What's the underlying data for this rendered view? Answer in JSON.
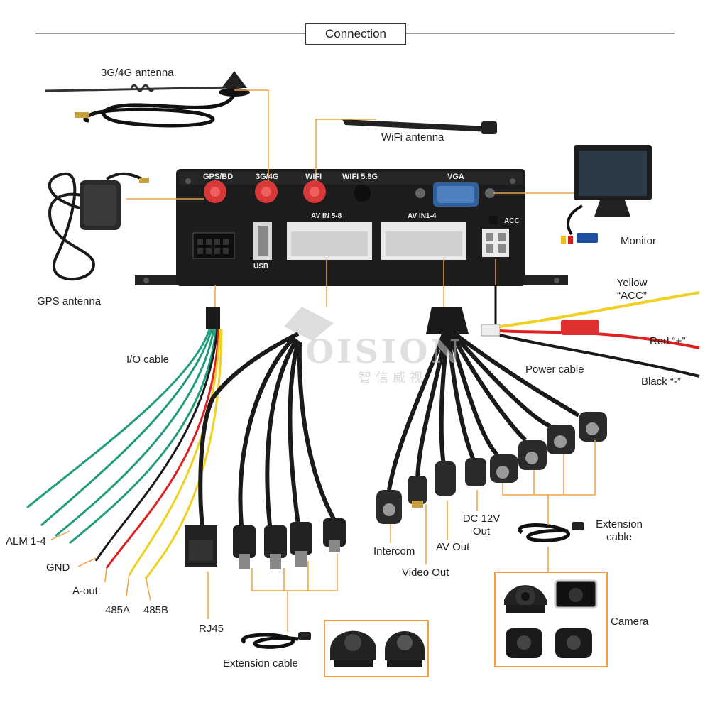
{
  "title": "Connection",
  "watermark": {
    "brand": "OISION",
    "sub": "智信威视"
  },
  "device": {
    "ports": {
      "gps": "GPS/BD",
      "g34": "3G/4G",
      "wifi": "WIFI",
      "wifi58": "WIFI 5.8G",
      "vga": "VGA",
      "acc": "ACC",
      "usb": "USB",
      "av58": "AV IN 5-8",
      "av14": "AV IN1-4"
    }
  },
  "labels": {
    "antenna_3g4g": "3G/4G antenna",
    "wifi_antenna": "WiFi antenna",
    "gps_antenna": "GPS antenna",
    "monitor": "Monitor",
    "yellow": "Yellow",
    "acc_quote": "“ACC”",
    "red": "Red “+”",
    "power_cable": "Power cable",
    "black": "Black “-”",
    "io_cable": "I/O cable",
    "alm": "ALM 1-4",
    "gnd": "GND",
    "aout": "A-out",
    "a485": "485A",
    "b485": "485B",
    "rj45": "RJ45",
    "extension_cable_left": "Extension cable",
    "intercom": "Intercom",
    "video_out": "Video Out",
    "av_out": "AV Out",
    "dc12v": "DC 12V",
    "out": "Out",
    "extension_line1": "Extension",
    "extension_line2": "cable",
    "camera": "Camera"
  },
  "colors": {
    "callout": "#f0a040",
    "device_body": "#1c1c1c",
    "antenna_connector": "#d83838",
    "wire_green": "#1e9c7c",
    "wire_red": "#e02020",
    "wire_yellow": "#f0d020",
    "wire_black": "#1a1a1a",
    "cable": "#1a1a1a"
  },
  "icons": [
    "gps-antenna-icon",
    "antenna-3g4g-icon",
    "wifi-antenna-icon",
    "monitor-icon",
    "camera-dome-icon",
    "camera-box-icon",
    "connector-aviation-icon",
    "rj45-icon"
  ]
}
